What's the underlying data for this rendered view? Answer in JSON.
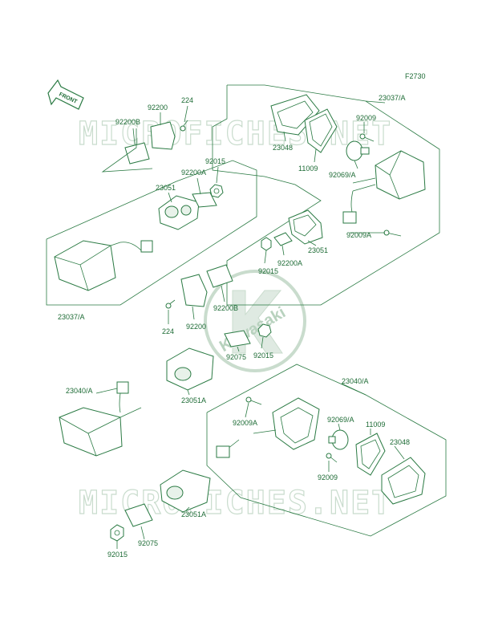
{
  "figure_code": "F2730",
  "front_arrow_label": "FRONT",
  "watermark_text": "MICROFICHES.NET",
  "logo_text": "Kawasaki",
  "colors": {
    "line": "#2a7a43",
    "text": "#1d6b35",
    "watermark": "#c9dccd"
  },
  "labels": {
    "l224a": "224",
    "l92200a": "92200",
    "l92200B_a": "92200B",
    "l92015a": "92015",
    "l92200A_a": "92200A",
    "l23051a": "23051",
    "l23037A_left": "23037/A",
    "l23037A_right": "23037/A",
    "l92009a": "92009",
    "l23048a": "23048",
    "l11009a": "11009",
    "l92069A_a": "92069/A",
    "l92009A_a": "92009A",
    "l23051b": "23051",
    "l92200A_b": "92200A",
    "l92015b": "92015",
    "l92200B_b": "92200B",
    "l224b": "224",
    "l92200b": "92200",
    "l92015c": "92015",
    "l92075a": "92075",
    "l23051A_a": "23051A",
    "l23040A_left": "23040/A",
    "l23040A_right": "23040/A",
    "l92009A_b": "92009A",
    "l92069A_b": "92069/A",
    "l11009b": "11009",
    "l23048b": "23048",
    "l92009b": "92009",
    "l23051A_b": "23051A",
    "l92015d": "92015",
    "l92075b": "92075"
  }
}
